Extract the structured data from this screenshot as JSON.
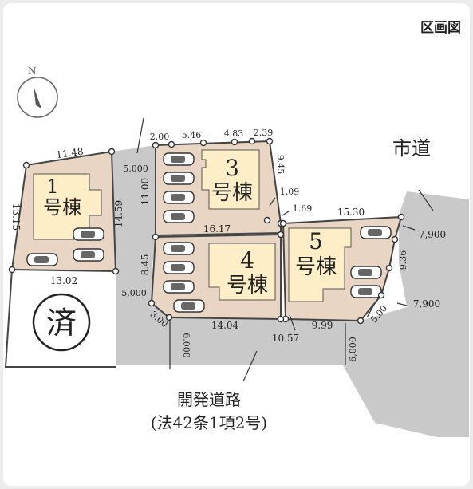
{
  "title": "区画図",
  "compass": {
    "letter": "N"
  },
  "lots": [
    {
      "number": "1",
      "label": "号棟"
    },
    {
      "number": "3",
      "label": "号棟"
    },
    {
      "number": "4",
      "label": "号棟"
    },
    {
      "number": "5",
      "label": "号棟"
    }
  ],
  "sold_mark": "済",
  "roads": {
    "city_road": "市道",
    "dev_road_line1": "開発道路",
    "dev_road_line2": "(法42条1項2号)"
  },
  "dimensions": [
    "11.48",
    "13.15",
    "13.02",
    "14.59",
    "5,000",
    "2.00",
    "5.46",
    "4.83",
    "2.39",
    "9.45",
    "11.00",
    "1.09",
    "1.69",
    "15.30",
    "16.17",
    "7,900",
    "9.36",
    "8.45",
    "5,000",
    "3.00",
    "6,000",
    "14.04",
    "10.57",
    "9.99",
    "5.00",
    "6,000",
    "7,900"
  ],
  "colors": {
    "lot_fill": "#e9d5c3",
    "house_fill": "#fdeec8",
    "road_gray": "#c9c9c9",
    "outline": "#444444"
  }
}
